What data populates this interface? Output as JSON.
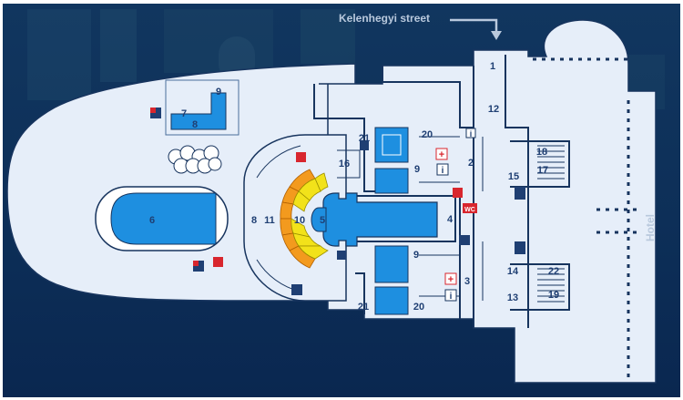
{
  "street": {
    "label": "Kelenhegyi street"
  },
  "hotel": {
    "label": "Hotel"
  },
  "rooms": [
    {
      "id": "r1",
      "label": "1"
    },
    {
      "id": "r2",
      "label": "2"
    },
    {
      "id": "r3",
      "label": "3"
    },
    {
      "id": "r4",
      "label": "4"
    },
    {
      "id": "r5",
      "label": "5"
    },
    {
      "id": "r6",
      "label": "6"
    },
    {
      "id": "r7",
      "label": "7"
    },
    {
      "id": "r8",
      "label": "8"
    },
    {
      "id": "r8b",
      "label": "8"
    },
    {
      "id": "r9a",
      "label": "9"
    },
    {
      "id": "r9b",
      "label": "9"
    },
    {
      "id": "r9c",
      "label": "9"
    },
    {
      "id": "r10",
      "label": "10"
    },
    {
      "id": "r11",
      "label": "11"
    },
    {
      "id": "r12",
      "label": "12"
    },
    {
      "id": "r13",
      "label": "13"
    },
    {
      "id": "r14",
      "label": "14"
    },
    {
      "id": "r15",
      "label": "15"
    },
    {
      "id": "r16",
      "label": "16"
    },
    {
      "id": "r17",
      "label": "17"
    },
    {
      "id": "r18",
      "label": "18"
    },
    {
      "id": "r19",
      "label": "19"
    },
    {
      "id": "r20a",
      "label": "20"
    },
    {
      "id": "r20b",
      "label": "20"
    },
    {
      "id": "r21a",
      "label": "21"
    },
    {
      "id": "r21b",
      "label": "21"
    },
    {
      "id": "r22",
      "label": "22"
    }
  ],
  "icons": {
    "info": "i",
    "wc": "WC",
    "first_aid": "+"
  },
  "colors": {
    "background": "#0b2a54",
    "building": "#e6eef9",
    "outline": "#17345e",
    "pool": "#1e8fe0",
    "label": "#1f3f73",
    "seat_orange": "#f39a1e",
    "seat_yellow": "#f2e21a",
    "accent_red": "#d8262e"
  }
}
